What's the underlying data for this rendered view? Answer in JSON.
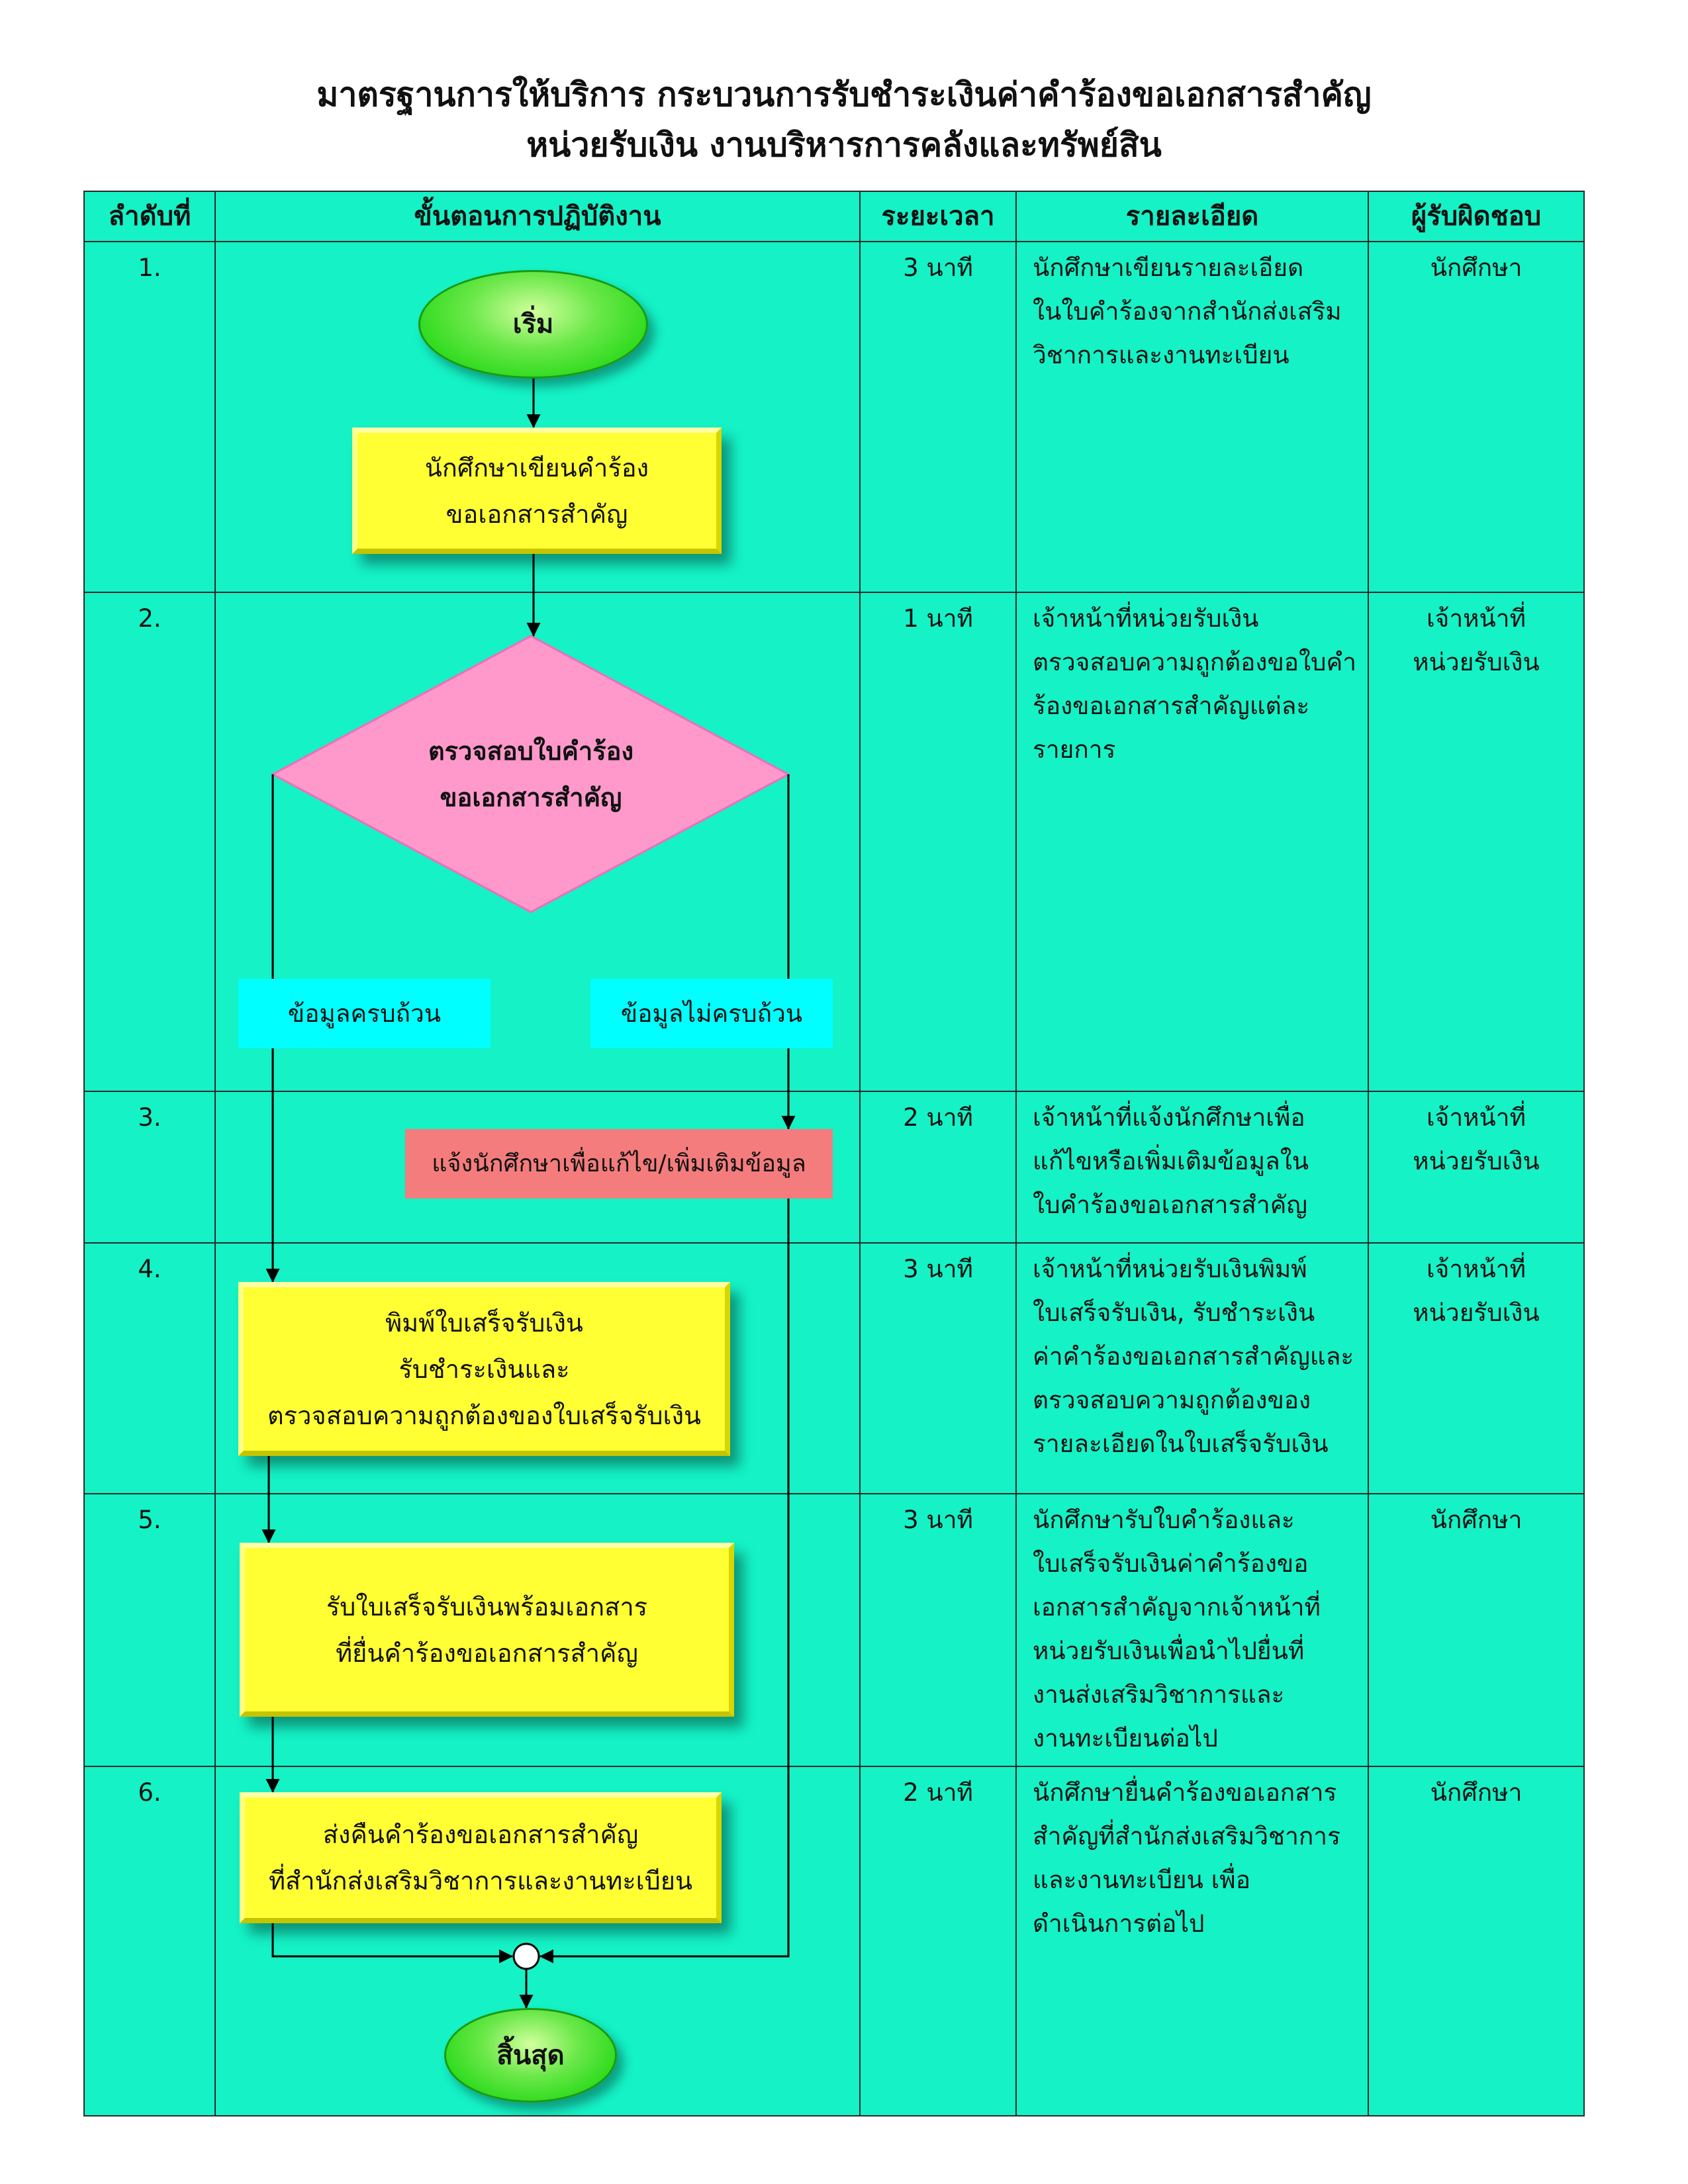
{
  "document": {
    "title_line1": "มาตรฐานการให้บริการ กระบวนการรับชำระเงินค่าคำร้องขอเอกสารสำคัญ",
    "title_line2": "หน่วยรับเงิน งานบริหารการคลังและทรัพย์สิน"
  },
  "table": {
    "headers": {
      "no": "ลำดับที่",
      "steps": "ขั้นตอนการปฏิบัติงาน",
      "time": "ระยะเวลา",
      "details": "รายละเอียด",
      "responsible": "ผู้รับผิดชอบ"
    },
    "rows": [
      {
        "no": "1.",
        "time": "3 นาที",
        "details": [
          "นักศึกษาเขียนรายละเอียด",
          "ในใบคำร้องจากสำนักส่งเสริม",
          "วิชาการและงานทะเบียน"
        ],
        "responsible": [
          "นักศึกษา"
        ]
      },
      {
        "no": "2.",
        "time": "1 นาที",
        "details": [
          "เจ้าหน้าที่หน่วยรับเงิน",
          "ตรวจสอบความถูกต้องขอใบคำ",
          "ร้องขอเอกสารสำคัญแต่ละ",
          "รายการ"
        ],
        "responsible": [
          "เจ้าหน้าที่",
          "หน่วยรับเงิน"
        ]
      },
      {
        "no": "3.",
        "time": "2 นาที",
        "details": [
          "เจ้าหน้าที่แจ้งนักศึกษาเพื่อ",
          "แก้ไขหรือเพิ่มเติมข้อมูลใน",
          "ใบคำร้องขอเอกสารสำคัญ"
        ],
        "responsible": [
          "เจ้าหน้าที่",
          "หน่วยรับเงิน"
        ]
      },
      {
        "no": "4.",
        "time": "3 นาที",
        "details": [
          "เจ้าหน้าที่หน่วยรับเงินพิมพ์",
          "ใบเสร็จรับเงิน, รับชำระเงิน",
          "ค่าคำร้องขอเอกสารสำคัญและ",
          "ตรวจสอบความถูกต้องของ",
          "รายละเอียดในใบเสร็จรับเงิน"
        ],
        "responsible": [
          "เจ้าหน้าที่",
          "หน่วยรับเงิน"
        ]
      },
      {
        "no": "5.",
        "time": "3 นาที",
        "details": [
          "นักศึกษารับใบคำร้องและ",
          "ใบเสร็จรับเงินค่าคำร้องขอ",
          "เอกสารสำคัญจากเจ้าหน้าที่",
          "หน่วยรับเงินเพื่อนำไปยื่นที่",
          "งานส่งเสริมวิชาการและ",
          "งานทะเบียนต่อไป"
        ],
        "responsible": [
          "นักศึกษา"
        ]
      },
      {
        "no": "6.",
        "time": "2 นาที",
        "details": [
          "นักศึกษายื่นคำร้องขอเอกสาร",
          "สำคัญที่สำนักส่งเสริมวิชาการ",
          "และงานทะเบียน เพื่อ",
          "ดำเนินการต่อไป"
        ],
        "responsible": [
          "นักศึกษา"
        ]
      }
    ]
  },
  "flowchart": {
    "start": "เริ่ม",
    "step1": [
      "นักศึกษาเขียนคำร้อง",
      "ขอเอกสารสำคัญ"
    ],
    "decision": [
      "ตรวจสอบใบคำร้อง",
      "ขอเอกสารสำคัญ"
    ],
    "yes_label": "ข้อมูลครบถ้วน",
    "no_label": "ข้อมูลไม่ครบถ้วน",
    "notify": "แจ้งนักศึกษาเพื่อแก้ไข/เพิ่มเติมข้อมูล",
    "step4": [
      "พิมพ์ใบเสร็จรับเงิน",
      "รับชำระเงินและ",
      "ตรวจสอบความถูกต้องของใบเสร็จรับเงิน"
    ],
    "step5": [
      "รับใบเสร็จรับเงินพร้อมเอกสาร",
      "ที่ยื่นคำร้องขอเอกสารสำคัญ"
    ],
    "step6": [
      "ส่งคืนคำร้องขอเอกสารสำคัญ",
      "ที่สำนักส่งเสริมวิชาการและงานทะเบียน"
    ],
    "end": "สิ้นสุด"
  },
  "colors": {
    "table_bg": "#14F2C6",
    "terminal": "#2FDB1E",
    "process": "#FFFF33",
    "decision": "#FF99CC",
    "label": "#00FFFF",
    "notify": "#F47C7C"
  }
}
